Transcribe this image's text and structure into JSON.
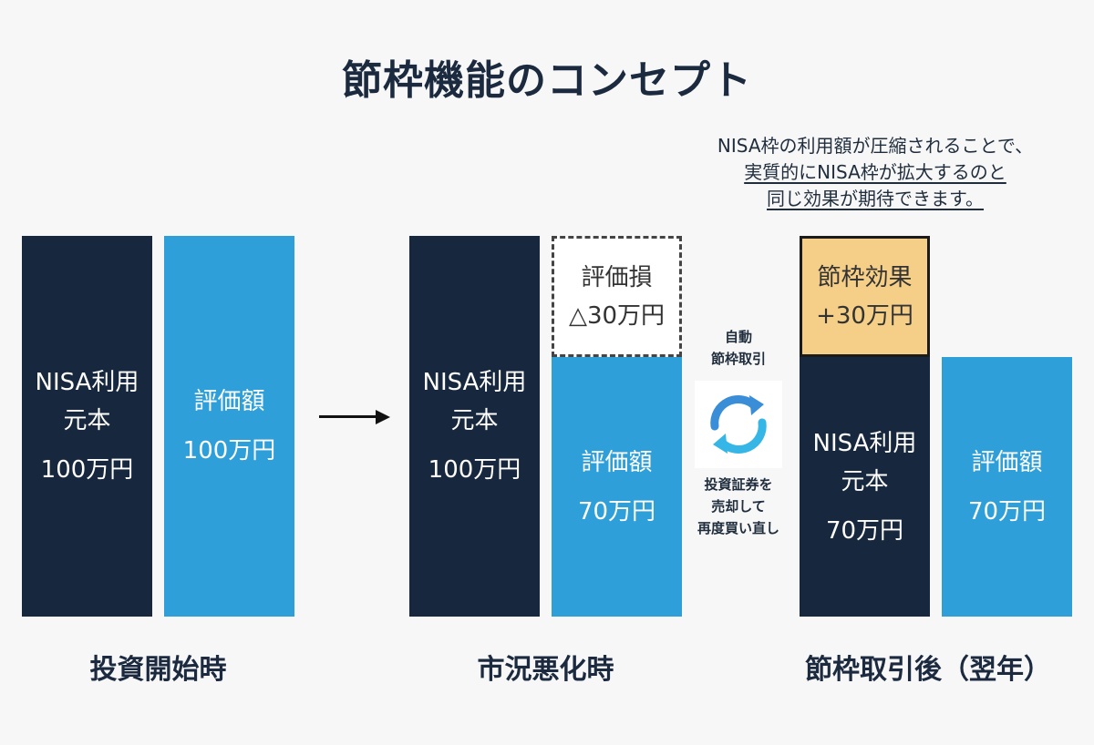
{
  "title": "節枠機能のコンセプト",
  "note": {
    "line1": "NISA枠の利用額が圧縮されることで、",
    "line2": "実質的にNISA枠が拡大するのと",
    "line3": "同じ効果が期待できます。"
  },
  "stage1": {
    "label": "投資開始時",
    "principal": {
      "line1": "NISA利用",
      "line2": "元本",
      "amount": "100万円"
    },
    "valuation": {
      "line1": "評価額",
      "amount": "100万円"
    }
  },
  "stage2": {
    "label": "市況悪化時",
    "principal": {
      "line1": "NISA利用",
      "line2": "元本",
      "amount": "100万円"
    },
    "loss": {
      "line1": "評価損",
      "amount": "△30万円"
    },
    "valuation": {
      "line1": "評価額",
      "amount": "70万円"
    }
  },
  "process": {
    "top": [
      "自動",
      "節枠取引"
    ],
    "bottom": [
      "投資証券を",
      "売却して",
      "再度買い直し"
    ],
    "icon": "refresh-cycle-icon"
  },
  "stage3": {
    "label": "節枠取引後（翌年）",
    "effect": {
      "line1": "節枠効果",
      "amount": "+30万円"
    },
    "principal": {
      "line1": "NISA利用",
      "line2": "元本",
      "amount": "70万円"
    },
    "valuation": {
      "line1": "評価額",
      "amount": "70万円"
    }
  },
  "colors": {
    "navy": "#17283e",
    "blue": "#2f9fda",
    "effect": "#f5cf88",
    "background": "#f7f7f7"
  }
}
